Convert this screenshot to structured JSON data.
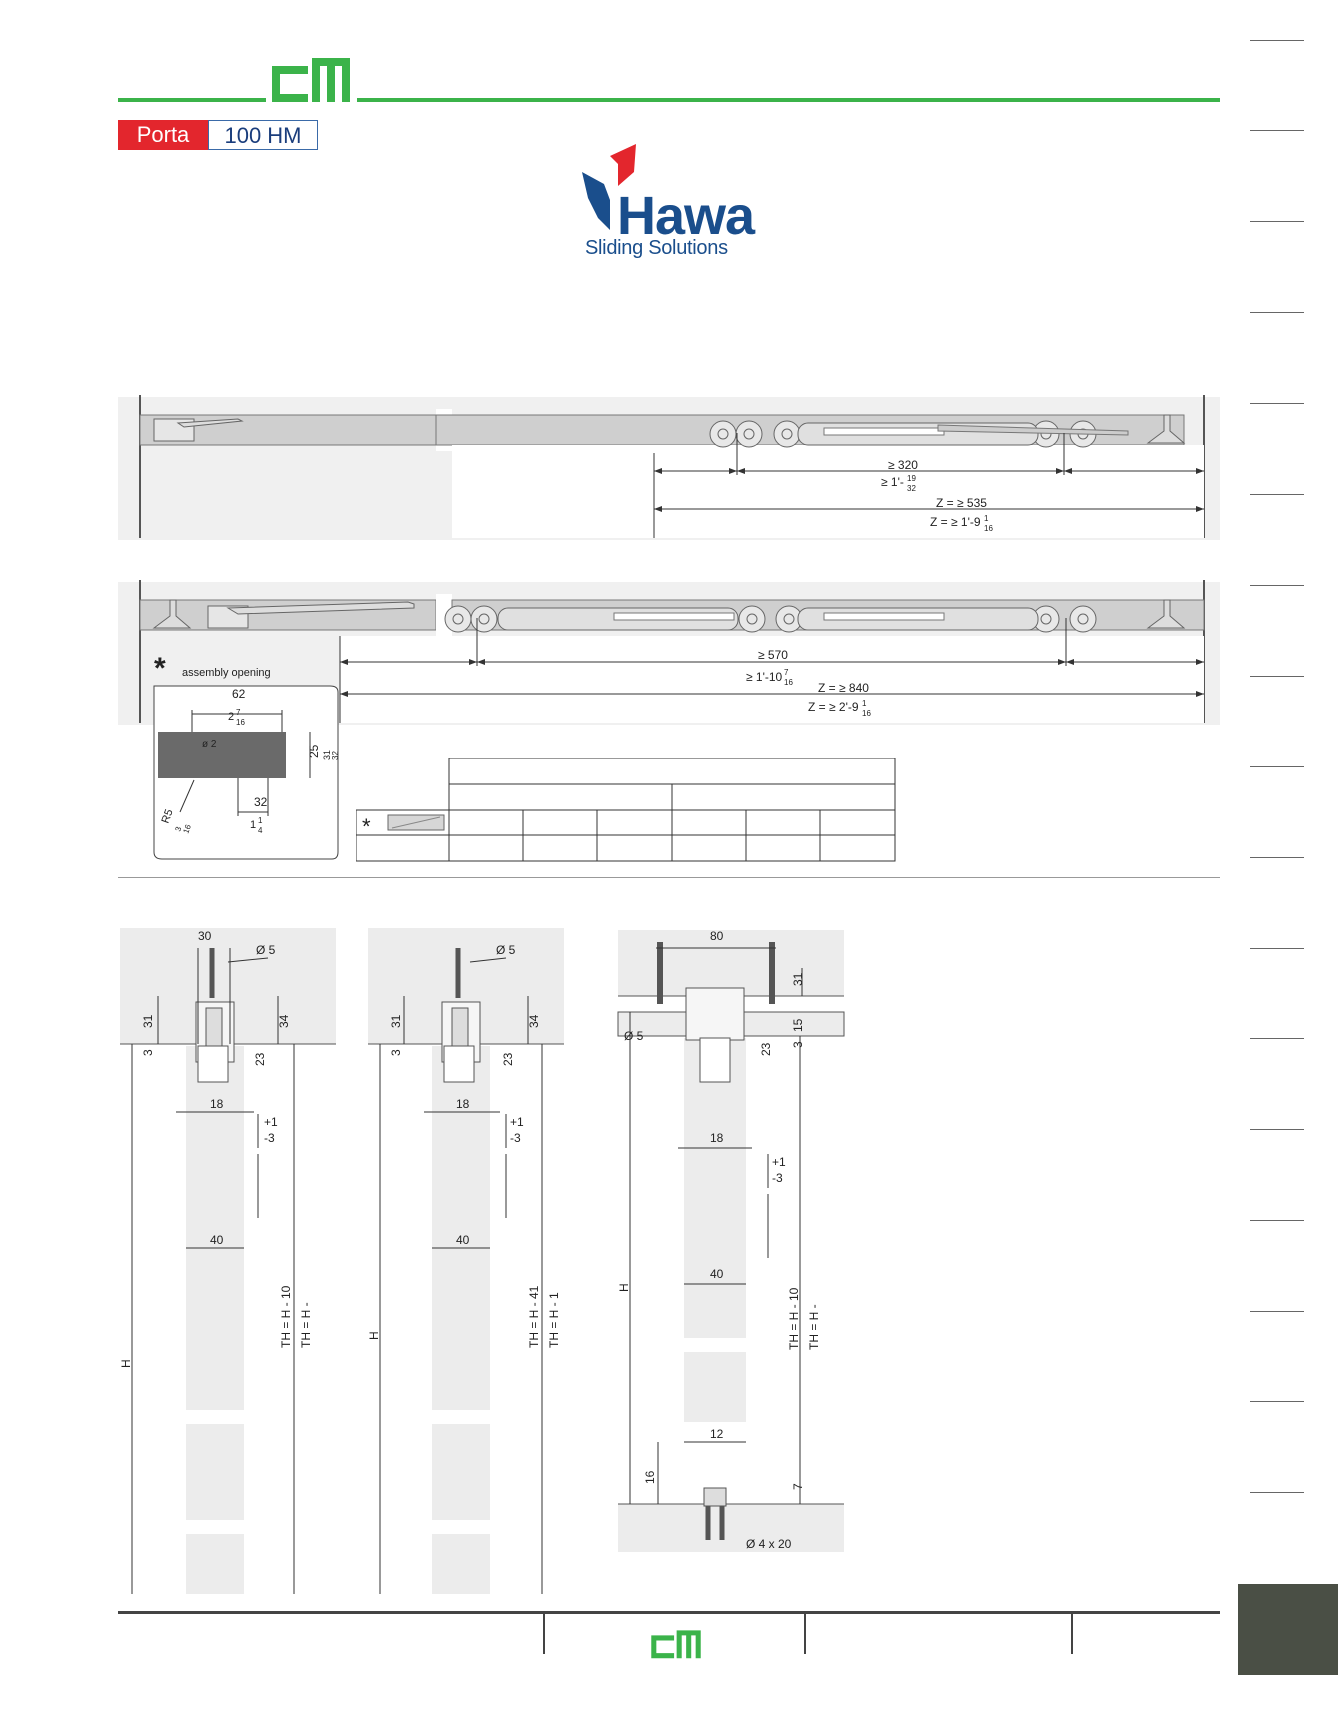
{
  "header": {
    "tag_product": "Porta",
    "tag_model": "100 HM",
    "brand_name": "Hawa",
    "brand_tagline": "Sliding Solutions"
  },
  "drawing1": {
    "dim_a_metric": "≥ 320",
    "dim_a_imperial": "≥ 1'-",
    "dim_a_imp_num": "19",
    "dim_a_imp_den": "32",
    "dim_z_metric": "Z = ≥ 535",
    "dim_z_imperial": "Z = ≥ 1'-9",
    "dim_z_imp_num": "1",
    "dim_z_imp_den": "16"
  },
  "drawing2": {
    "dim_a_metric": "≥ 570",
    "dim_a_imperial": "≥ 1'-10",
    "dim_a_imp_num": "7",
    "dim_a_imp_den": "16",
    "dim_z_metric": "Z = ≥ 840",
    "dim_z_imperial": "Z = ≥ 2'-9",
    "dim_z_imp_num": "1",
    "dim_z_imp_den": "16"
  },
  "assembly": {
    "label": "assembly opening",
    "w62": "62",
    "w62_imp": "2",
    "w62_num": "7",
    "w62_den": "16",
    "dia2": "ø 2",
    "h25": "25",
    "h25_imp": "31",
    "h25_den": "32",
    "w32": "32",
    "w32_imp": "1",
    "w32_num": "1",
    "w32_den": "4",
    "r5": "R5",
    "r5_num": "3",
    "r5_den": "16"
  },
  "section1": {
    "w30": "30",
    "dia5": "Ø 5",
    "h31": "31",
    "h34": "34",
    "h3": "3",
    "h23": "23",
    "w18": "18",
    "adj_plus": "+1",
    "adj_minus": "-3",
    "w40": "40",
    "th": "TH = H - 10",
    "th_imp": "TH = H - ",
    "h": "H"
  },
  "section2": {
    "dia5": "Ø 5",
    "h31": "31",
    "h34": "34",
    "h3": "3",
    "h23": "23",
    "w18": "18",
    "adj_plus": "+1",
    "adj_minus": "-3",
    "w40": "40",
    "th": "TH = H - 41",
    "th_imp": "TH = H - 1",
    "h": "H"
  },
  "section3": {
    "w80": "80",
    "dia5": "Ø 5",
    "h31": "31",
    "h15": "15",
    "h3": "3",
    "h23": "23",
    "w18": "18",
    "adj_plus": "+1",
    "adj_minus": "-3",
    "w40": "40",
    "w12": "12",
    "h16": "16",
    "h7": "7",
    "screw": "Ø 4 x 20",
    "th": "TH = H - 10",
    "th_imp": "TH = H - ",
    "h": "H"
  },
  "colors": {
    "brand_green": "#3bb34a",
    "brand_red": "#e3262d",
    "hawa_blue": "#1a4e8c",
    "rail_gray": "#cfcfcf",
    "footer_block": "#4a4f45"
  }
}
